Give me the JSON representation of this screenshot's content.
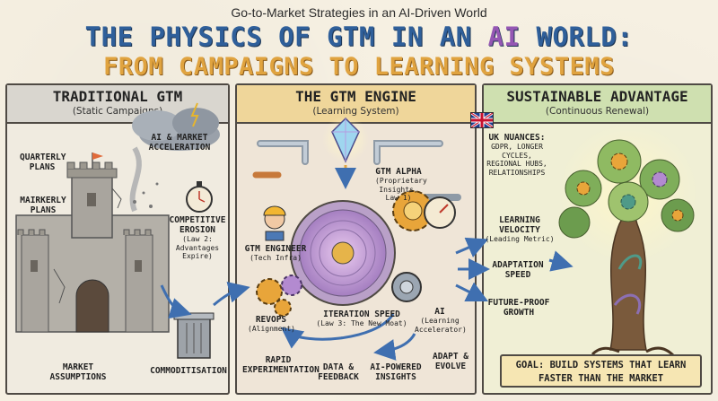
{
  "header": {
    "kicker": "Go-to-Market Strategies in an AI-Driven World",
    "title_a": "THE PHYSICS OF GTM IN AN ",
    "title_ai": "AI",
    "title_b": " WORLD:",
    "subtitle": "FROM CAMPAIGNS TO LEARNING SYSTEMS"
  },
  "panels": {
    "traditional": {
      "title": "TRADITIONAL GTM",
      "subtitle": "(Static Campaigns)",
      "labels": {
        "quarterly": "QUARTERLY PLANS",
        "mairkerly": "MAIRKERLY PLANS",
        "acceleration": "AI & MARKET ACCELERATION",
        "erosion": "COMPETITIVE EROSION",
        "erosion_note": "(Law 2: Advantages Expire)",
        "assumptions": "MARKET ASSUMPTIONS",
        "commoditisation": "COMMODITISATION"
      }
    },
    "engine": {
      "title": "THE GTM ENGINE",
      "subtitle": "(Learning System)",
      "labels": {
        "alpha": "GTM ALPHA",
        "alpha_note": "(Proprietary Insights, Law 1)",
        "engineer": "GTM ENGINEER",
        "engineer_note": "(Tech Infra)",
        "revops": "REVOPS",
        "revops_note": "(Alignment)",
        "iteration": "ITERATION SPEED",
        "iteration_note": "(Law 3: The New Moat)",
        "ai": "AI",
        "ai_note": "(Learning Accelerator)",
        "rapid": "RAPID EXPERIMENTATION",
        "data": "DATA & FEEDBACK",
        "insights": "AI-POWERED INSIGHTS",
        "adapt": "ADAPT & EVOLVE"
      }
    },
    "advantage": {
      "title": "SUSTAINABLE ADVANTAGE",
      "subtitle": "(Continuous Renewal)",
      "labels": {
        "uk": "UK NUANCES:",
        "uk_items": "GDPR, LONGER CYCLES, REGIONAL HUBS, RELATIONSHIPS",
        "velocity": "LEARNING VELOCITY",
        "velocity_note": "(Leading Metric)",
        "adaptation": "ADAPTATION SPEED",
        "future": "FUTURE-PROOF GROWTH",
        "goal": "GOAL: BUILD SYSTEMS THAT LEARN FASTER THAN THE MARKET"
      }
    }
  },
  "colors": {
    "title_blue": "#2f5f9a",
    "title_ai": "#9557b3",
    "title_orange": "#e0a33f",
    "engine_head": "#efd69a",
    "advantage_head": "#cfe0b0"
  }
}
